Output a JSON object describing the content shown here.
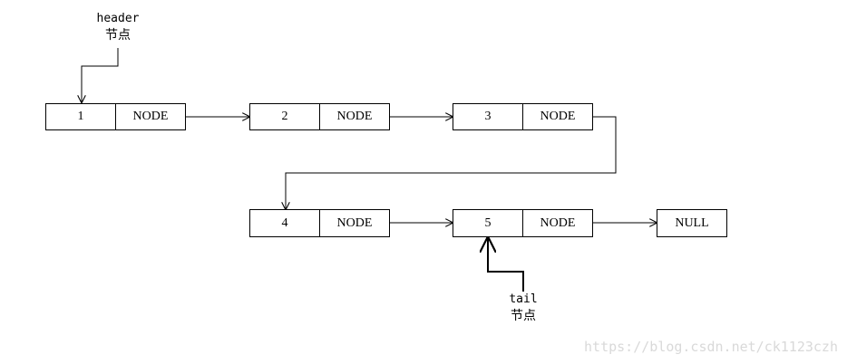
{
  "nodes": [
    {
      "value": "1",
      "next": "NODE"
    },
    {
      "value": "2",
      "next": "NODE"
    },
    {
      "value": "3",
      "next": "NODE"
    },
    {
      "value": "4",
      "next": "NODE"
    },
    {
      "value": "5",
      "next": "NODE"
    }
  ],
  "null_label": "NULL",
  "header": {
    "line1": "header",
    "line2": "节点"
  },
  "tail": {
    "line1": "tail",
    "line2": "节点"
  },
  "watermark": "https://blog.csdn.net/ck1123czh"
}
